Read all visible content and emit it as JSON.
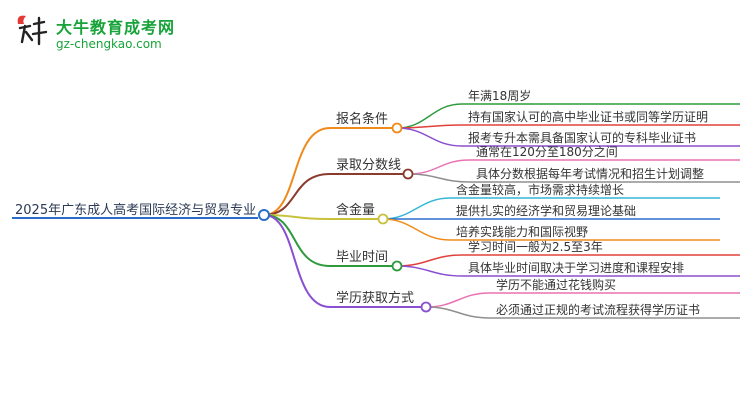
{
  "logo": {
    "title": "大牛教育成考网",
    "url": "gz-chengkao.com"
  },
  "mindmap": {
    "root": "2025年广东成人高考国际经济与贸易专业",
    "branches": [
      {
        "label": "报名条件",
        "color": "#f08a1c",
        "children": [
          {
            "text": "年满18周岁",
            "color": "#2e9a3c"
          },
          {
            "text": "持有国家认可的高中毕业证书或同等学历证明",
            "color": "#e2403a"
          },
          {
            "text": "报考专升本需具备国家认可的专科毕业证书",
            "color": "#8a4fd0"
          }
        ]
      },
      {
        "label": "录取分数线",
        "color": "#8b3a2e",
        "children": [
          {
            "text": "通常在120分至180分之间",
            "color": "#e872b4"
          },
          {
            "text": "具体分数根据每年考试情况和招生计划调整",
            "color": "#8f8f8f"
          }
        ]
      },
      {
        "label": "含金量",
        "color": "#c8c23a",
        "children": [
          {
            "text": "含金量较高，市场需求持续增长",
            "color": "#36b6d6"
          },
          {
            "text": "提供扎实的经济学和贸易理论基础",
            "color": "#2a6ecb"
          },
          {
            "text": "培养实践能力和国际视野",
            "color": "#f08a1c"
          }
        ]
      },
      {
        "label": "毕业时间",
        "color": "#2e9a3c",
        "children": [
          {
            "text": "学习时间一般为2.5至3年",
            "color": "#e2403a"
          },
          {
            "text": "具体毕业时间取决于学习进度和课程安排",
            "color": "#8a4fd0"
          }
        ]
      },
      {
        "label": "学历获取方式",
        "color": "#8a4fd0",
        "children": [
          {
            "text": "学历不能通过花钱购买",
            "color": "#e872b4"
          },
          {
            "text": "必须通过正规的考试流程获得学历证书",
            "color": "#8f8f8f"
          }
        ]
      }
    ]
  }
}
